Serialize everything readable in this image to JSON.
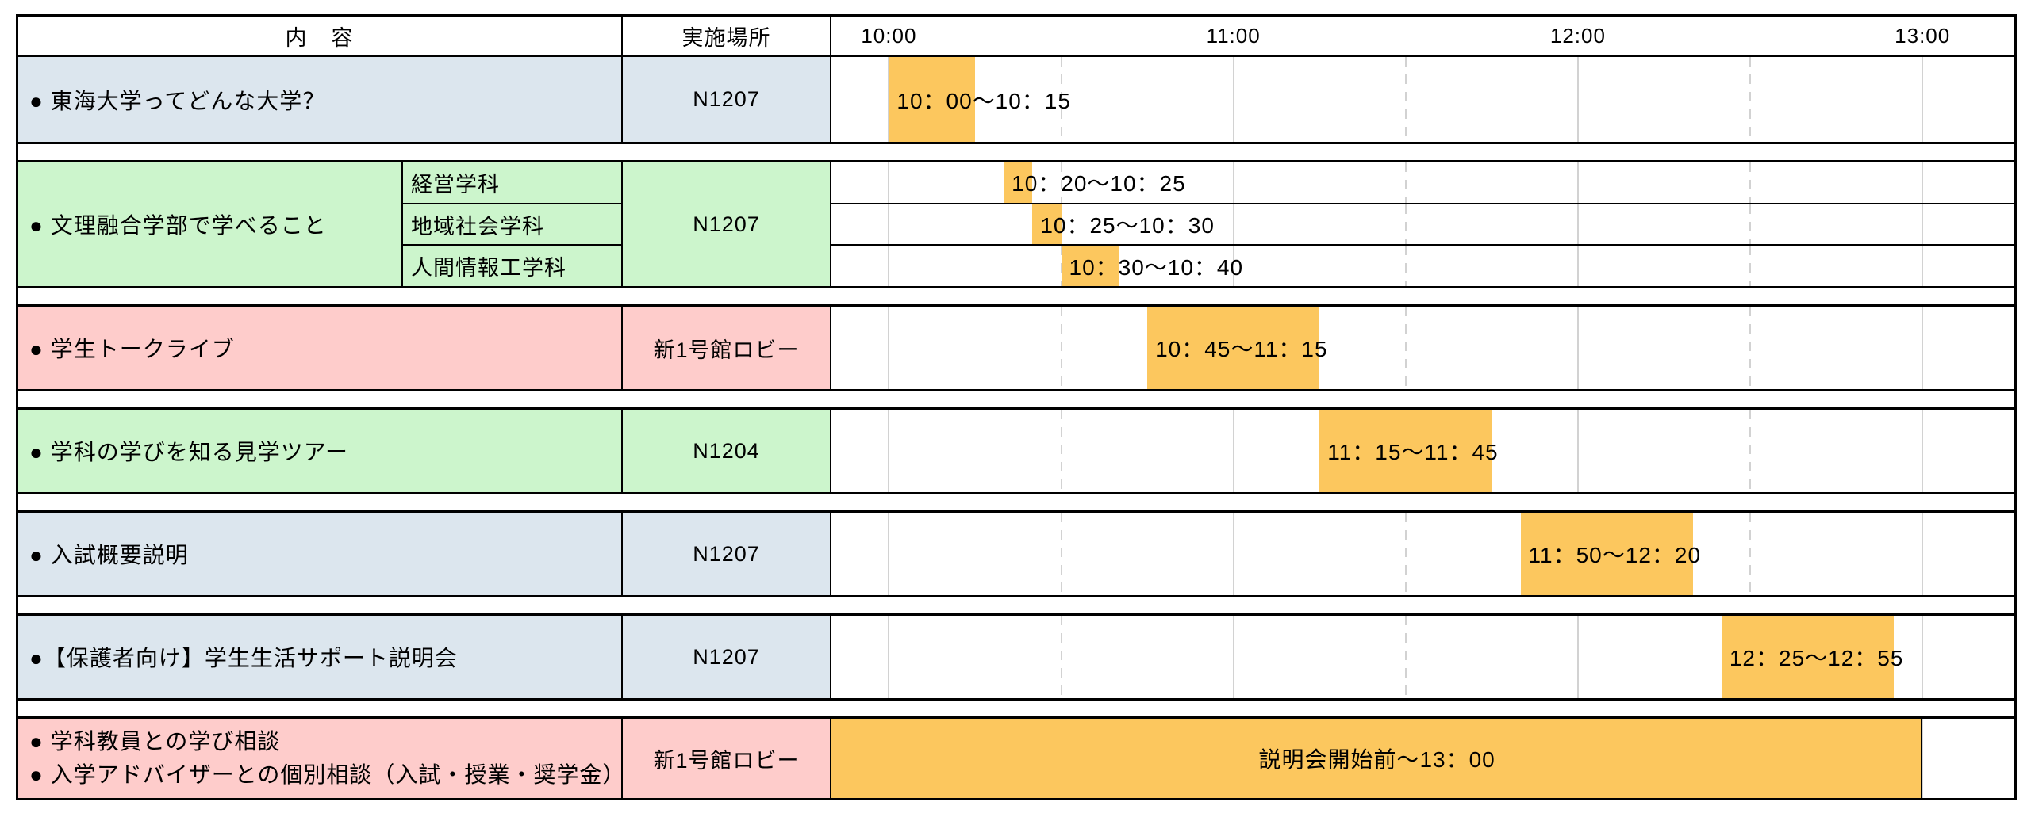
{
  "chart_data": {
    "type": "bar",
    "subtype": "gantt-timeline-schedule",
    "orientation": "horizontal",
    "bar_color": "#fcc75e",
    "time_axis": {
      "tick_labels": [
        "10:00",
        "11:00",
        "12:00",
        "13:00"
      ],
      "half_hour_gridlines": [
        "10:30",
        "11:30",
        "12:30"
      ],
      "visible_range": [
        "09:50",
        "13:16"
      ]
    },
    "bars": [
      {
        "category": "東海大学ってどんな大学？",
        "location": "N1207",
        "start": "10:00",
        "end": "10:15",
        "bar_label": "10：00～10：15"
      },
      {
        "category": "文理融合学部で学べること（経営学科）",
        "location": "N1207",
        "start": "10:20",
        "end": "10:25",
        "bar_label": "10：20～10：25"
      },
      {
        "category": "文理融合学部で学べること（地域社会学科）",
        "location": "N1207",
        "start": "10:25",
        "end": "10:30",
        "bar_label": "10：25～10：30"
      },
      {
        "category": "文理融合学部で学べること（人間情報工学科）",
        "location": "N1207",
        "start": "10:30",
        "end": "10:40",
        "bar_label": "10：30～10：40"
      },
      {
        "category": "学生トークライブ",
        "location": "新1号館ロビー",
        "start": "10:45",
        "end": "11:15",
        "bar_label": "10：45～11：15"
      },
      {
        "category": "学科の学びを知る見学ツアー",
        "location": "N1204",
        "start": "11:15",
        "end": "11:45",
        "bar_label": "11：15～11：45"
      },
      {
        "category": "入試概要説明",
        "location": "N1207",
        "start": "11:50",
        "end": "12:20",
        "bar_label": "11：50～12：20"
      },
      {
        "category": "【保護者向け】学生生活サポート説明会",
        "location": "N1207",
        "start": "12:25",
        "end": "12:55",
        "bar_label": "12：25～12：55"
      },
      {
        "category": "学科教員との学び相談／入学アドバイザーとの個別相談（入試・授業・奨学金）",
        "location": "新1号館ロビー",
        "start": "09:50",
        "end": "13:00",
        "bar_label": "説明会開始前～13：00"
      }
    ]
  },
  "table": {
    "header": {
      "content": "内　容",
      "location": "実施場所"
    },
    "axis": {
      "start": "09:50",
      "end": "13:16",
      "hours": [
        "10:00",
        "11:00",
        "12:00",
        "13:00"
      ],
      "gridlines": [
        {
          "time": "10:00",
          "style": "solid"
        },
        {
          "time": "10:30",
          "style": "dashed"
        },
        {
          "time": "11:00",
          "style": "solid"
        },
        {
          "time": "11:30",
          "style": "dashed"
        },
        {
          "time": "12:00",
          "style": "solid"
        },
        {
          "time": "12:30",
          "style": "dashed"
        },
        {
          "time": "13:00",
          "style": "solid"
        }
      ]
    },
    "colors": {
      "blue": "#dce6ee",
      "green": "#ccf5cc",
      "pink": "#fecccb",
      "orange": "#fcc75e",
      "grid": "#d2d2d2"
    },
    "bands": [
      {
        "type": "single",
        "color": "blue",
        "label": "● 東海大学ってどんな大学？",
        "location": "N1207",
        "event": {
          "start": "10:00",
          "end": "10:15",
          "label": "10：00～10：15",
          "label_pos": "start"
        }
      },
      {
        "type": "group",
        "color": "green",
        "label": "● 文理融合学部で学べること",
        "location": "N1207",
        "subs": [
          {
            "label": "経営学科",
            "event": {
              "start": "10:20",
              "end": "10:25",
              "label": "10：20～10：25",
              "label_pos": "start"
            }
          },
          {
            "label": "地域社会学科",
            "event": {
              "start": "10:25",
              "end": "10:30",
              "label": "10：25～10：30",
              "label_pos": "start"
            }
          },
          {
            "label": "人間情報工学科",
            "event": {
              "start": "10:30",
              "end": "10:40",
              "label": "10：30～10：40",
              "label_pos": "start"
            }
          }
        ]
      },
      {
        "type": "single",
        "color": "pink",
        "label": "● 学生トークライブ",
        "location": "新1号館ロビー",
        "event": {
          "start": "10:45",
          "end": "11:15",
          "label": "10：45～11：15",
          "label_pos": "start"
        }
      },
      {
        "type": "single",
        "color": "green",
        "label": "● 学科の学びを知る見学ツアー",
        "location": "N1204",
        "event": {
          "start": "11:15",
          "end": "11:45",
          "label": "11：15～11：45",
          "label_pos": "start"
        }
      },
      {
        "type": "single",
        "color": "blue",
        "label": "● 入試概要説明",
        "location": "N1207",
        "event": {
          "start": "11:50",
          "end": "12:20",
          "label": "11：50～12：20",
          "label_pos": "start"
        }
      },
      {
        "type": "single",
        "color": "blue",
        "label": "●【保護者向け】学生生活サポート説明会",
        "location": "N1207",
        "event": {
          "start": "12:25",
          "end": "12:55",
          "label": "12：25～12：55",
          "label_pos": "start"
        }
      },
      {
        "type": "single",
        "color": "pink",
        "last": true,
        "lines": [
          "● 学科教員との学び相談",
          "● 入学アドバイザーとの個別相談（入試・授業・奨学金）"
        ],
        "location": "新1号館ロビー",
        "event": {
          "start": "09:50",
          "end": "13:00",
          "label": "説明会開始前～13：00",
          "label_pos": "center",
          "end_border": true
        }
      }
    ]
  }
}
